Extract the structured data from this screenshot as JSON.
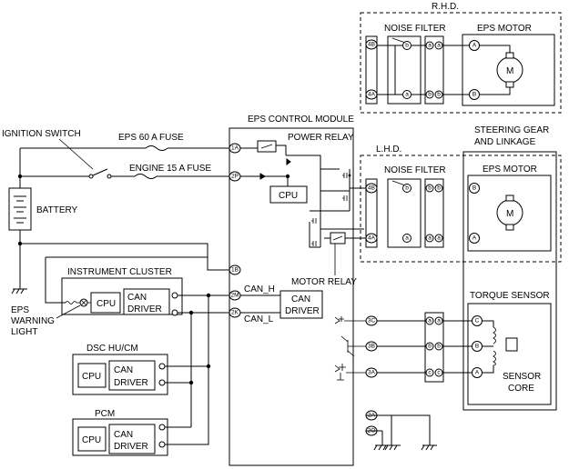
{
  "labels": {
    "rhd": "R.H.D.",
    "lhd": "L.H.D.",
    "noise_filter_rhd": "NOISE FILTER",
    "eps_motor_rhd": "EPS MOTOR",
    "noise_filter_lhd": "NOISE FILTER",
    "eps_motor_lhd": "EPS MOTOR",
    "steering_gear_1": "STEERING GEAR",
    "steering_gear_2": "AND LINKAGE",
    "eps_control_module": "EPS CONTROL MODULE",
    "ignition_switch": "IGNITION SWITCH",
    "eps_fuse": "EPS 60 A FUSE",
    "engine_fuse": "ENGINE 15 A FUSE",
    "battery": "BATTERY",
    "power_relay": "POWER RELAY",
    "cpu_module": "CPU",
    "motor_relay": "MOTOR RELAY",
    "instrument_cluster": "INSTRUMENT CLUSTER",
    "cpu_ic": "CPU",
    "can_driver_ic_1": "CAN",
    "can_driver_ic_2": "DRIVER",
    "eps_warning_1": "EPS",
    "eps_warning_2": "WARNING",
    "eps_warning_3": "LIGHT",
    "can_h": "CAN_H",
    "can_l": "CAN_L",
    "can_driver_mod_1": "CAN",
    "can_driver_mod_2": "DRIVER",
    "torque_sensor": "TORQUE SENSOR",
    "dsc": "DSC HU/CM",
    "cpu_dsc": "CPU",
    "can_driver_dsc_1": "CAN",
    "can_driver_dsc_2": "DRIVER",
    "pcm": "PCM",
    "cpu_pcm": "CPU",
    "can_driver_pcm_1": "CAN",
    "can_driver_pcm_2": "DRIVER",
    "sensor_core_1": "SENSOR",
    "sensor_core_2": "CORE",
    "motor_symbol": "M"
  },
  "pins": {
    "p1a": "1A",
    "p2p": "2P",
    "p1b": "1B",
    "p2m": "2M",
    "p2k": "2K",
    "p3c": "3C",
    "p3b": "3B",
    "p3a": "3A",
    "p2a": "2A",
    "p2o": "2O",
    "p4b": "4B",
    "p4a": "4A",
    "rhd_4b": "4B",
    "rhd_4a": "4A",
    "nf_b": "b",
    "nf_a": "a",
    "conn_a": "a",
    "conn_b": "b",
    "conn_c": "c",
    "term_a": "A",
    "term_b": "B",
    "term_c": "C"
  }
}
